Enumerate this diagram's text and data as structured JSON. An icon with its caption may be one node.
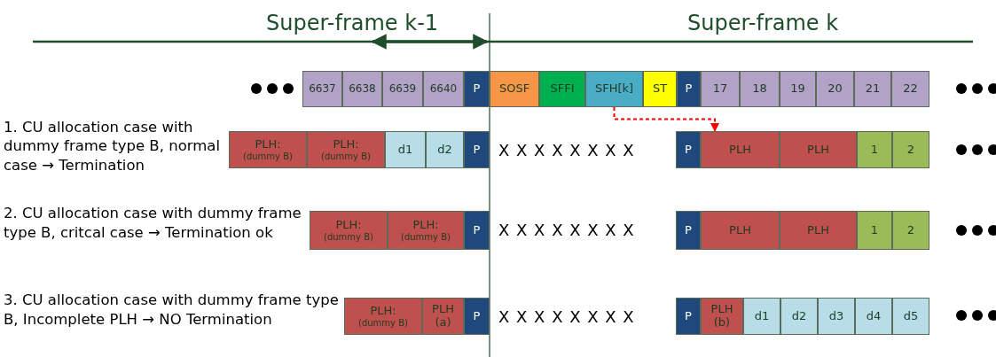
{
  "diagram": {
    "nodes": [
      {
        "text": [
          "6637"
        ]
      },
      {
        "text": [
          "6638"
        ]
      },
      {
        "text": [
          "6639"
        ]
      },
      {
        "text": [
          "6640"
        ]
      },
      {
        "text": [
          "P"
        ]
      },
      {
        "text": [
          "SOSF"
        ]
      },
      {
        "text": [
          "SFFI"
        ]
      },
      {
        "text": [
          "SFH[k]"
        ]
      },
      {
        "text": [
          "ST"
        ]
      },
      {
        "text": [
          "P"
        ]
      },
      {
        "text": [
          "17"
        ]
      },
      {
        "text": [
          "18"
        ]
      },
      {
        "text": [
          "19"
        ]
      },
      {
        "text": [
          "20"
        ]
      },
      {
        "text": [
          "21"
        ]
      },
      {
        "text": [
          "22"
        ]
      },
      {
        "text": [
          "PLH:",
          "(dummy B)"
        ]
      },
      {
        "text": [
          "PLH:",
          "(dummy B)"
        ]
      },
      {
        "text": [
          "d1"
        ]
      },
      {
        "text": [
          "d2"
        ]
      },
      {
        "text": [
          "P"
        ]
      },
      {
        "text": [
          "P"
        ]
      },
      {
        "text": [
          "PLH"
        ]
      },
      {
        "text": [
          "PLH"
        ]
      },
      {
        "text": [
          "1"
        ]
      },
      {
        "text": [
          "2"
        ]
      },
      {
        "text": [
          "PLH:",
          "(dummy B)"
        ]
      },
      {
        "text": [
          "PLH:",
          "(dummy B)"
        ]
      },
      {
        "text": [
          "P"
        ]
      },
      {
        "text": [
          "P"
        ]
      },
      {
        "text": [
          "PLH"
        ]
      },
      {
        "text": [
          "PLH"
        ]
      },
      {
        "text": [
          "1"
        ]
      },
      {
        "text": [
          "2"
        ]
      },
      {
        "text": [
          "PLH:",
          "(dummy B)"
        ]
      },
      {
        "text": [
          "PLH",
          "(a)"
        ]
      },
      {
        "text": [
          "P"
        ]
      },
      {
        "text": [
          "P"
        ]
      },
      {
        "text": [
          "PLH",
          "(b)"
        ]
      },
      {
        "text": [
          "d1"
        ]
      },
      {
        "text": [
          "d2"
        ]
      },
      {
        "text": [
          "d3"
        ]
      },
      {
        "text": [
          "d4"
        ]
      },
      {
        "text": [
          "d5"
        ]
      }
    ],
    "edges": [
      {
        "from": 7,
        "to": 22,
        "arrow": "to",
        "style": "dashed",
        "color": "#ff0000"
      }
    ],
    "labels": [
      "Super-frame k-1",
      "Super-frame k",
      "1. CU allocation case with dummy frame type B, normal case → Termination",
      "X X X X X X X X",
      "2. CU allocation case with dummy frame type B, critcal case → Termination ok",
      "X X X X X X X X",
      "3. CU allocation case with dummy frame type B, Incomplete PLH → NO Termination",
      "X X X X X X X X"
    ]
  }
}
